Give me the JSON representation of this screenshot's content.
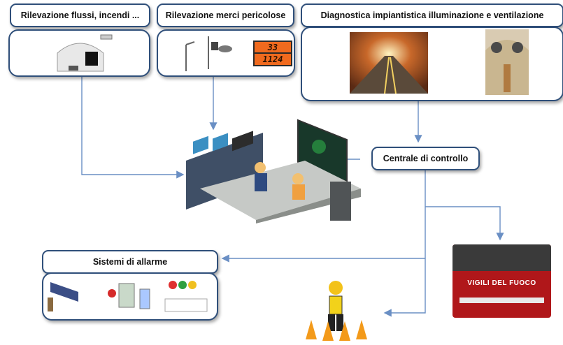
{
  "boxes": {
    "flussi": "Rilevazione flussi,  incendi ...",
    "merci": "Rilevazione merci pericolose",
    "diagnostica": "Diagnostica impiantistica illuminazione  e  ventilazione",
    "centrale": "Centrale di controllo",
    "allarme": "Sistemi di allarme"
  },
  "hazard_plate": {
    "top": "33",
    "bottom": "1124"
  },
  "fire_truck_text": "VIGILI DEL FUOCO",
  "colors": {
    "border": "#2f4f7a",
    "connector": "#6a8fc4",
    "hazard": "#f06a1e"
  }
}
